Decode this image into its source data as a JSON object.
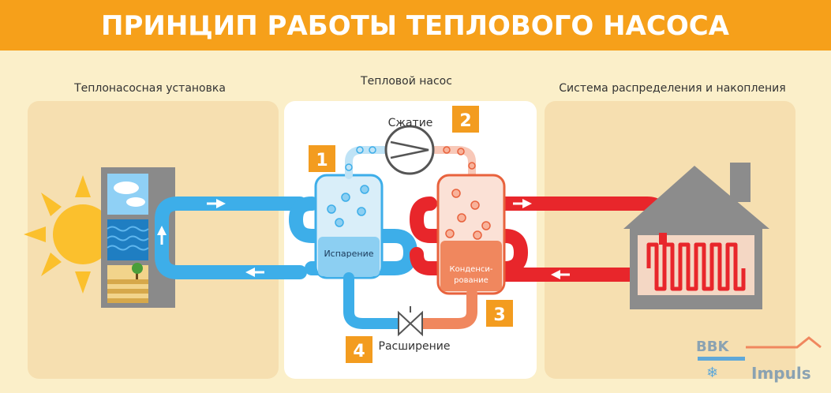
{
  "title": "ПРИНЦИП РАБОТЫ ТЕПЛОВОГО НАСОСА",
  "sections": {
    "left": "Теплонасосная установка",
    "middle": "Тепловой насос",
    "right": "Система распределения и накопления"
  },
  "stages": {
    "compression": "Сжатие",
    "evaporation": "Испарение",
    "condensation_line1": "Конденси-",
    "condensation_line2": "рование",
    "expansion": "Расширение"
  },
  "step_numbers": [
    "1",
    "2",
    "3",
    "4"
  ],
  "logo": {
    "line1": "BBK",
    "line2": "Impuls"
  },
  "colors": {
    "title_bar": "#f6a01a",
    "cold": "#3daee9",
    "hot": "#e8262b",
    "step_badge": "#f39c1f",
    "house": "#8c8c8c"
  }
}
